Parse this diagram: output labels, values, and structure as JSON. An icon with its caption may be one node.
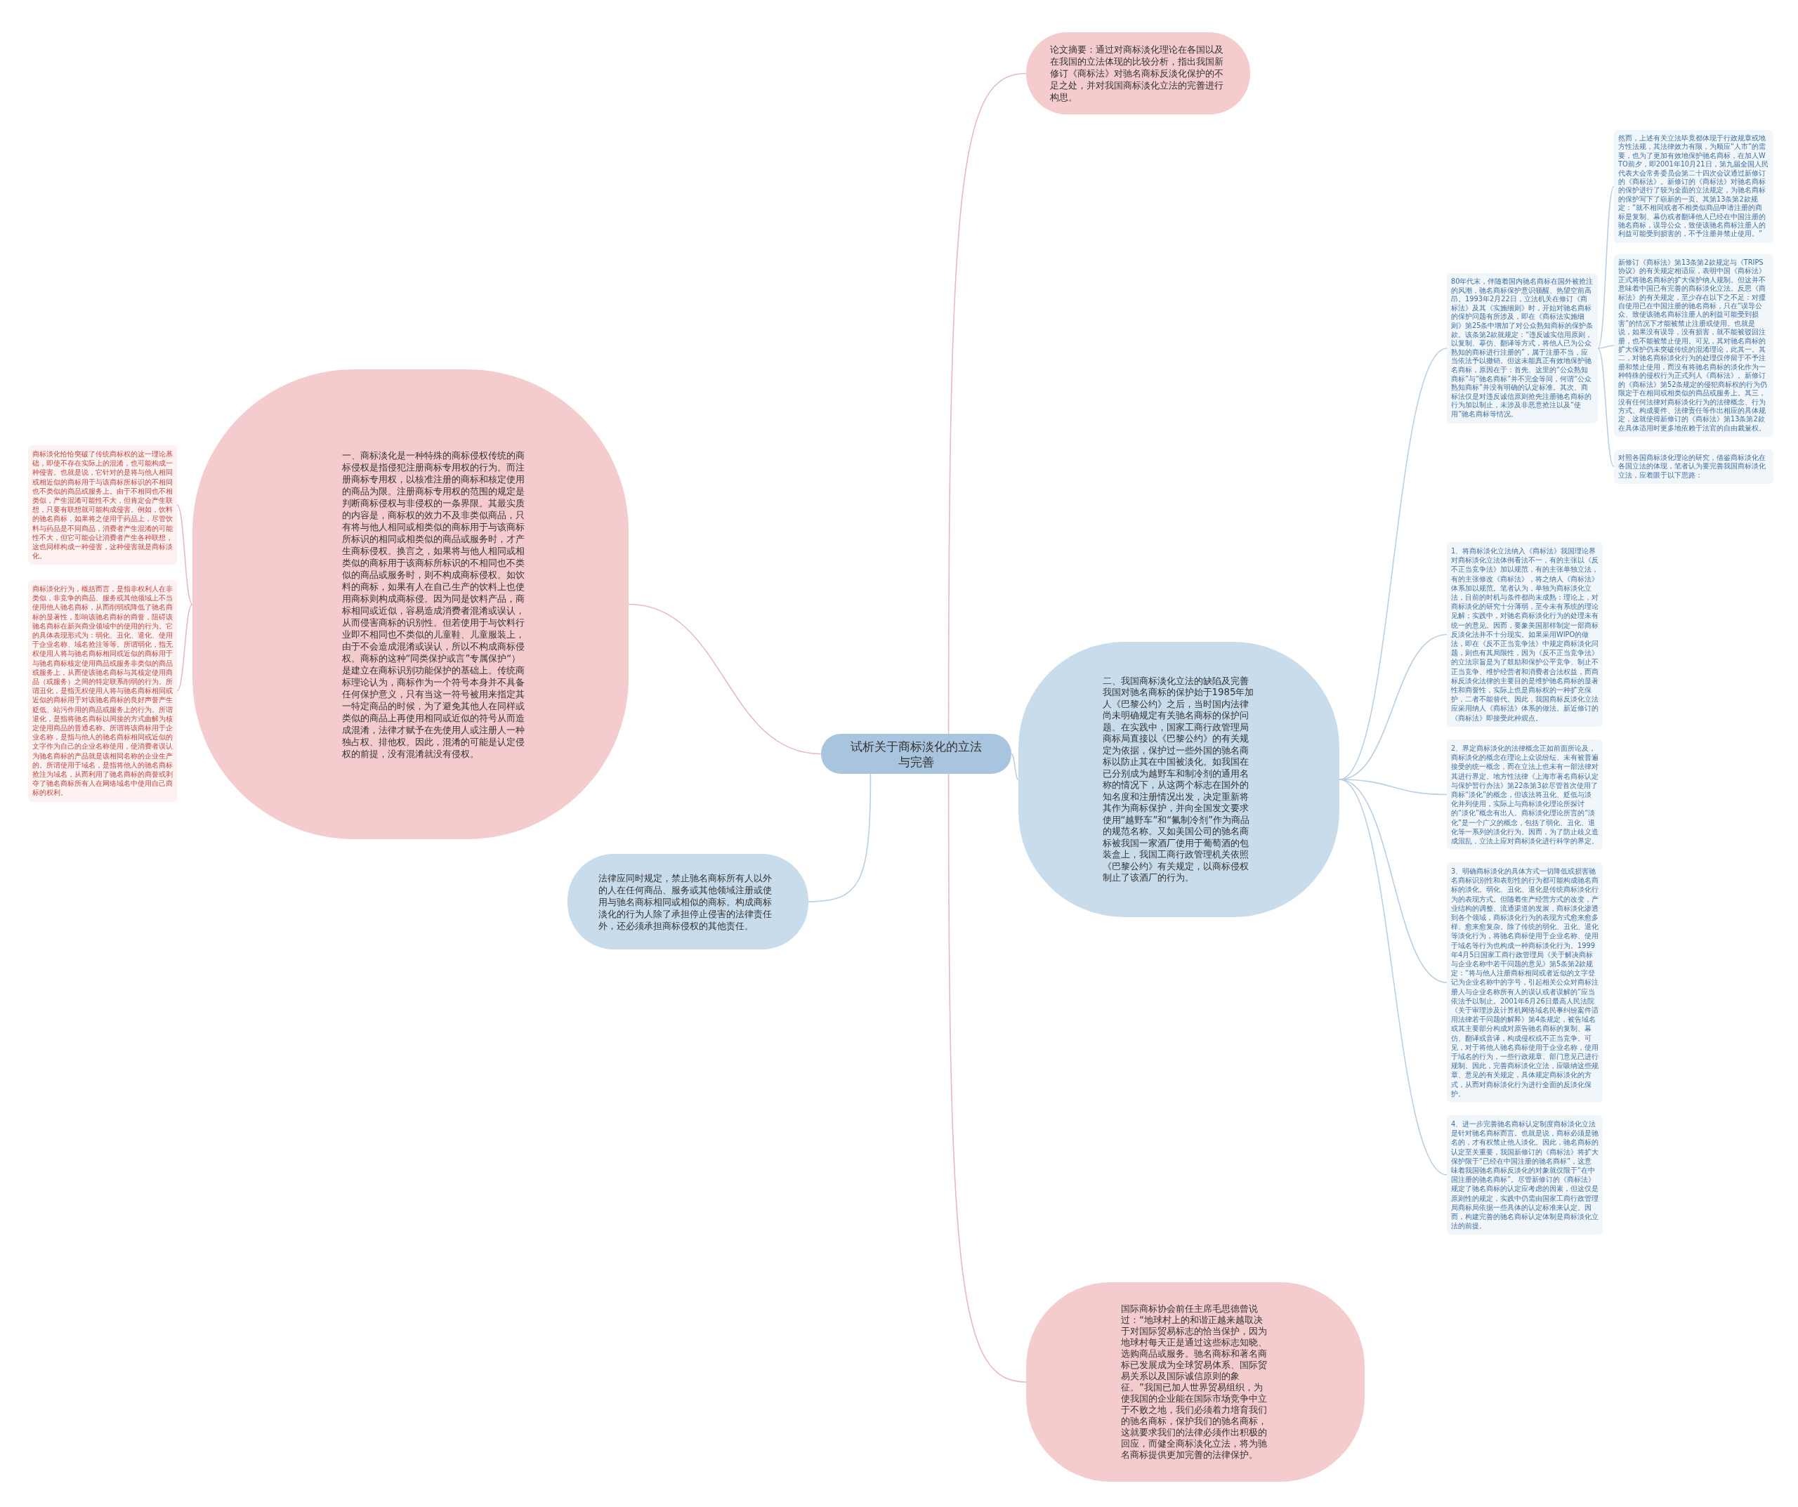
{
  "diagram": {
    "nodes": [
      {
        "text": [
          "论文摘要：通过对商标淡化理论在各国以及在我国的立法体现的比较分析，指出我国新修订《商标法》对驰名商标反淡化保护的不足之处，并对我国商标淡化立法的完善进行构思。"
        ]
      },
      {
        "text": [
          "一、商标淡化是一种特殊的商标侵权传统的商标侵权是指侵犯注册商标专用权的行为。而注册商标专用权，以核准注册的商标和核定使用的商品为限。注册商标专用权的范围的规定是判断商标侵权与非侵权的一条界限。其最实质的内容是，商标权的效力不及非类似商品，只有将与他人相同或相类似的商标用于与该商标所标识的相同或相类似的商品或服务时，才产生商标侵权。换言之，如果将与他人相同或相类似的商标用于该商标所标识的不相同也不类似的商品或服务时，则不构成商标侵权。如饮料的商标，如果有人在自己生产的饮料上也使用商标则构成商标侵。因为同是饮料产品，商标相同或近似，容易造成消费者混淆或误认，从而侵害商标的识别性。但若使用于与饮料行业即不相同也不类似的儿童鞋、儿童服装上，由于不会造成混淆或误认，所以不构成商标侵权。商标的这种“同类保护或言”专属保护“）是建立在商标识别功能保护的基础上。传统商标理论认为，商标作为一个符号本身并不具备任何保护意义，只有当这一符号被用来指定其一特定商品的时候，为了避免其他人在同样或类似的商品上再使用相同或近似的符号从而造成混淆，法律才赋予在先使用人或注册人一种独占权、排他权。因此，混淆的可能是认定侵权的前提，没有混淆就没有侵权。"
        ]
      },
      {
        "text": [
          "商标淡化恰恰突破了传统商标权的这一理论基础，即使不存在实际上的混淆，也可能构成一种侵害。也就是说，它针对的是将与他人相同或相近似的商标用于与该商标所标识的不相同也不类似的商品或服务上。由于不相同也不相类似，产生混淆可能性不大，但肯定会产生联想，只要有联想就可能构成侵害。例如，饮料的驰名商标，如果将之使用于药品上，尽管饮料与药品是不同商品，消费者产生混淆的可能性不大，但它可能会让消费者产生各种联想，这也同样构成一种侵害，这种侵害就是商标淡化。"
        ]
      },
      {
        "text": [
          "商标淡化行为，概括而言，是指非权利人在非类似，非竞争的商品、服务或其他领域上不当使用他人驰名商标，从而削弱或降低了驰名商标的显著性，影响该驰名商标的商誉，阻碍该驰名商标在新兴商业领域中的使用的行为。它的具体表现形式为：弱化、丑化、退化、使用于企业名称、域名抢注等等。所谓弱化，指无权使用人将与驰名商标相同或近似的商标用于与驰名商标核定使用商品或服务非类似的商品或服务上，从而使该驰名商标与其核定使用商品（或服务）之间的特定联系削弱的行为。所谓丑化，是指无权使用人将与驰名商标相同或近似的商标用于对该驰名商标的良好声誉产生贬低、站污作用的商品或服务上的行为。所谓退化，是指将驰名商标以间接的方式曲解为核定使用商品的普通名称。所谓将该商标用于企业名称，是指与他人的驰名商标相同或近似的文字作为自己的企业名称使用，使消费者误认为驰名商标的产品就是该相同名称的企业生产的。所谓使用于域名，是指将他人的驰名商标抢注为域名，从而利用了驰名商标的商誉或剥夺了驰名商标所有人在网络域名中使用自己商标的权利。"
        ]
      },
      {
        "text": [
          "试析关于商标淡化的立法与完善"
        ]
      },
      {
        "text": [
          "法律应同时规定，禁止驰名商标所有人以外的人在任何商品、服务或其他领域注册或使用与驰名商标相同或相似的商标。构成商标淡化的行为人除了承担停止侵害的法律责任外，还必须承担商标侵权的其他责任。"
        ]
      },
      {
        "text": [
          "二、我国商标淡化立法的缺陷及完善我国对驰名商标的保护始于1985年加人《巴黎公约》之后，当时国内法律尚未明确规定有关驰名商标的保护问题。在实践中，国家工商行政管理局商标局直接以《巴黎公约》的有关规定为依据，保护过一些外国的驰名商标以防止其在中国被淡化。如我国在已分别成为越野车和制冷剂的通用名称的情况下，从这两个标志在国外的知名度和注册情况出发，决定重新将其作为商标保护，并向全国发文要求使用“越野车”和“氟制冷剂”作为商品的规范名称。又如美国公司的驰名商标被我国一家酒厂使用于葡萄酒的包装盒上，我国工商行政管理机关依照《巴黎公约》有关规定，以商标侵权制止了该酒厂的行为。"
        ]
      },
      {
        "text": [
          "然而，上述有关立法毕竟都体现于行政规章或地方性法规，其法律效力有限，为顺应“人市”的需要，也为了更加有效地保护驰名商标，在加人WTO前夕，即2001年10月21日，第九届全国人民代表大会常务委员会第二十四次会议通过新修订的《商标法》。新修订的《商标法》对驰名商标的保护进行了较为全面的立法规定，为驰名商标的保护写下了崭新的一页。其第13条第2款规定：“就不相同或者不相类似商品申请注册的商标是复制、幕仿或者翻译他人已经在中国注册的驰名商标，误导公众，致使该驰名商标注册人的利益可能受到损害的，不予注册并禁止使用。”"
        ]
      },
      {
        "text": [
          "80年代末，伴随着国内驰名商标在国外被抢注的风潮，驰名商标保护意识顿醒、热望空前高昂。1993年2月22日，立法机关在修订《商标法》及其《实施细则》时，开始对驰名商标的保护问题有所涉及，即在《商标法实施细则》第25条中增加了对公众熟知商标的保护条款。该条第2款就规定：“违反诚实信用原则，以复制、摹仿、翻译等方式，将他人已为公众熟知的商标进行注册的”，属于注册不当，应当依法予以撤销。但这未能真正有效地保护驰名商标，原因在于：首先、这里的“公众熟知商标”与“驰名商标”并不完全等同，何谓“公众熟知商标”并没有明确的认定标准。其次、商标法仅是对违反诚信原则抢先注册驰名商标的行为加以制止，未涉及非恶意抢注以及“使用”驰名商标等情况。"
        ]
      },
      {
        "text": [
          "新修订《商标法》第13条第2款规定与《TRIPS协议》的有关规定相适应，表明中国《商标法》正式将驰名商标的扩大保护纳人规制。但这并不意味着中国已有完善的商标淡化立法。反思《商标法》的有关规定，至少存在以下之不足：对擅自使用已在中国注册的驰名商标，只在“误导公众、致使该驰名商标注册人的利益可能受到损害”的情况下才能被禁止注册或使用。也就是说，如果没有误导，没有损害，就不能被驳回注册，也不能被禁止使用。可见，其对驰名商标的扩大保护仍未突破传统的混淆理论，此其一。其二，对驰名商标淡化行为的处理仅停留于不予注册和禁止使用，而没有将驰名商标的淡化作为一种特殊的侵权行为正式列人《商标法》。新修订的《商标法》第52条规定的侵犯商标权的行为仍限定于在相同或相类似的商品或服务上。其三，没有任何法律对商标淡化行为的法律概念、行为方式、构成要件、法律责任等作出相应的具体规定，这就使得新修订的《商标法》第13条第2款在具体适用时更多地依赖于法官的自由裁量权。"
        ]
      },
      {
        "text": [
          "对照各国商标淡化理论的研究，借鉴商标淡化在各国立法的体现，笔者认为要完善我国商标淡化立法，应着眼于以下思路："
        ]
      },
      {
        "text": [
          "1、将商标淡化立法纳入《商标法》我国理论界对商标淡化立法体例看法不一，有的主张以《反不正当竞争法》加以规范，有的主张单独立法，有的主张修改《商标法》，将之纳人《商标法》体系加以规范。笔者认为，单独为商标淡化立法，目前的时机与条件都尚未成熟：理论上，对商标淡化的研究十分薄弱，至今未有系统的理论见解；实践中，对驰名商标淡化行为的处理未有统一的意见。因而，要象美国那样制定一部商标反淡化法并不十分现实。如果采用WIPO的做法，即在《反不正当竞争法》中规定商标淡化问题，则也有其局限性，因为《反不正当竞争法》的立法宗旨是为了鼓励和保护公平竞争、制止不正当竞争、维护经营者和消费者合法权益，而商标反淡化法律的主要目的是维护驰名商标的显著性和商誉性，实际上也是商标权的一种扩充保护，二者不能替代。因此，我国商标反淡化立法应采用纳人《商标法》体系的做法。新近修订的《商标法》即接受此种观点。"
        ]
      },
      {
        "text": [
          "2、界定商标淡化的法律概念正如前面所论及，商标淡化的概念在理论上众说纷纭、未有被普遍接受的统一概念，而在立法上也未有一部法律对其进行界定。地方性法律《上海市著名商标认定与保护暂行办法》第22条第3款尽管首次使用了商标“淡化”的概念，但该法将丑化、贬低与淡化并列使用，实际上与商标淡化理论所探讨的“淡化”概念有出人。商标淡化理论所言的“淡化”是一个广义的概念，包括了弱化、丑化、退化等一系列的淡化行为。因而，为了防止歧义造成混乱，立法上应对商标淡化进行科学的界定。"
        ]
      },
      {
        "text": [
          "3、明确商标淡化的具体方式一切降低或损害驰名商标识别性和表彰性的行为都可能构成驰名商标的淡化。弱化、丑化、退化是传统商标淡化行为的表现方式。但随着生产经营方式的改变，产业结构的调整、流通渠道的发展，商标淡化渗透到各个领域，商标淡化行为的表现方式愈来愈多样、愈来愈复杂。除了传统的弱化、丑化、退化等淡化行为，将驰名商标使用于企业名称、使用于域名等行为也构成一种商标淡化行为。1999年4月5日国家工商行政管理局《关于解决商标与企业名称中若干问题的意见》第5条第2款规定：“将与他人注册商标相同或者近似的文字登记为企业名称中的字号，引起相关公众对商标注册人与企业名称所有人的误认或者误解的”应当依法予以制止。2001年6月26日最高人民法院《关于审理涉及计算机网络域名民事纠纷案件适用法律若干问题的解释》第4条规定，被告域名或其主要部分构成对原告驰名商标的复制、幕仿、翻译或音译，构成侵权或不正当竞争。可见，对于将他人驰名商标使用于企业名称，使用于域名的行为，一些行政规章、部门意见已进行规制。因此，完善商标淡化立法，应吸纳这些规章、意见的有关规定，具体规定商标淡化的方式，从而对商标淡化行为进行全面的反淡化保护。"
        ]
      },
      {
        "text": [
          "4、进一步完善驰名商标认定制度商标淡化立法是针对驰名商标而言。也就是说，商标必须是驰名的，才有权禁止他人淡化。因此，驰名商标的认定至关重要，我国新修订的《商标法》将扩大保护限于“已经在中国注册的驰名商标”，这意味着我国驰名商标反淡化的对象就仅限于“在中国注册的驰名商标”。尽管新修订的《商标法》规定了驰名商标的认定应考虑的因素，但这仅是原则性的规定，实践中仍需由国家工商行政管理局商标局依据一些具体的认定标准来认定。因而，构建完善的驰名商标认定体制是商标淡化立法的前提。"
        ]
      },
      {
        "text": [
          "国际商标协会前任主席毛思德曾说过：“地球村上的和谐正越来越取决于对国际贸易标志的恰当保护，因为地球村每天正是通过这些标志知晓、选购商品或服务。驰名商标和著名商标已发展成为全球贸易体系、国际贸易关系以及国际诚信原则的象征。”我国已加人世界贸易组织，为使我国的企业能在国际市场竞争中立于不败之地，我们必须着力培育我们的驰名商标，保护我们的驰名商标，这就要求我们的法律必须作出积极的回应，而健全商标淡化立法，将为驰名商标提供更加完善的法律保护。"
        ]
      }
    ],
    "edges": [
      {
        "from": 4,
        "to": 0,
        "arrow": "none",
        "color": "#eab9bc"
      },
      {
        "from": 4,
        "to": 1,
        "arrow": "none",
        "color": "#eab9bc"
      },
      {
        "from": 1,
        "to": 2,
        "arrow": "none",
        "color": "#eab9bc"
      },
      {
        "from": 1,
        "to": 3,
        "arrow": "none",
        "color": "#eab9bc"
      },
      {
        "from": 4,
        "to": 5,
        "arrow": "none"
      },
      {
        "from": 4,
        "to": 6,
        "arrow": "none"
      },
      {
        "from": 6,
        "to": 8,
        "arrow": "none"
      },
      {
        "from": 8,
        "to": 7,
        "arrow": "none"
      },
      {
        "from": 8,
        "to": 9,
        "arrow": "none"
      },
      {
        "from": 8,
        "to": 10,
        "arrow": "none"
      },
      {
        "from": 6,
        "to": 11,
        "arrow": "none"
      },
      {
        "from": 6,
        "to": 12,
        "arrow": "none"
      },
      {
        "from": 6,
        "to": 13,
        "arrow": "none"
      },
      {
        "from": 6,
        "to": 14,
        "arrow": "none"
      },
      {
        "from": 4,
        "to": 15,
        "arrow": "none",
        "color": "#eab9bc"
      }
    ]
  }
}
